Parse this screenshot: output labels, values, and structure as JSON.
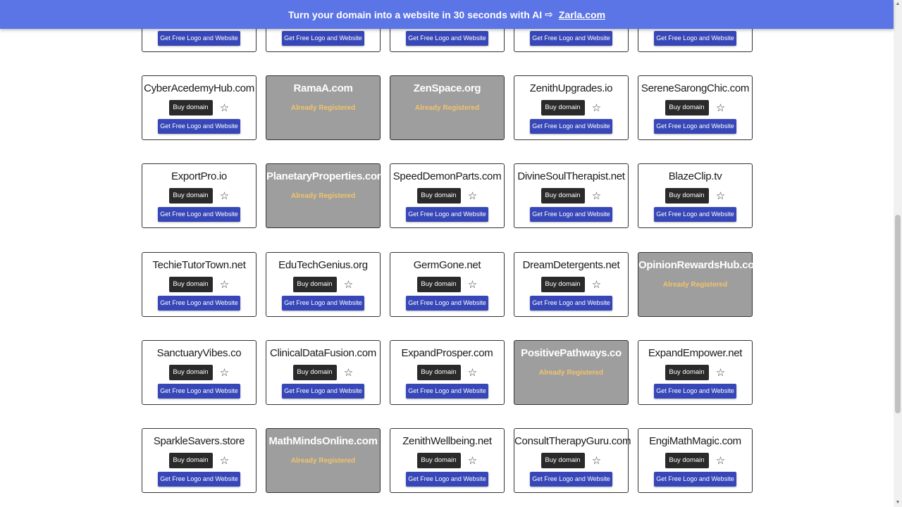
{
  "banner": {
    "text": "Turn your domain into a website in 30 seconds with AI",
    "arrow": "⇨",
    "link_label": "Zarla.com"
  },
  "labels": {
    "buy": "Buy domain",
    "logo": "Get Free Logo and Website",
    "registered": "Already Registered"
  },
  "colors": {
    "banner": "#5b74e6",
    "logo_button": "#3747b8",
    "buy_button": "#2a2a2a",
    "registered_card": "#9e9e9e",
    "registered_text": "#f2c46a"
  },
  "rows": [
    [
      {
        "name": "",
        "registered": false,
        "partial": true
      },
      {
        "name": "",
        "registered": false,
        "partial": true
      },
      {
        "name": "",
        "registered": false,
        "partial": true
      },
      {
        "name": "",
        "registered": false,
        "partial": true
      },
      {
        "name": "",
        "registered": false,
        "partial": true
      }
    ],
    [
      {
        "name": "CyberAcedemyHub.com",
        "registered": false
      },
      {
        "name": "RamaA.com",
        "registered": true
      },
      {
        "name": "ZenSpace.org",
        "registered": true
      },
      {
        "name": "ZenithUpgrades.io",
        "registered": false
      },
      {
        "name": "SereneSarongChic.com",
        "registered": false
      }
    ],
    [
      {
        "name": "ExportPro.io",
        "registered": false
      },
      {
        "name": "PlanetaryProperties.com",
        "registered": true
      },
      {
        "name": "SpeedDemonParts.com",
        "registered": false
      },
      {
        "name": "DivineSoulTherapist.net",
        "registered": false
      },
      {
        "name": "BlazeClip.tv",
        "registered": false
      }
    ],
    [
      {
        "name": "TechieTutorTown.net",
        "registered": false
      },
      {
        "name": "EduTechGenius.org",
        "registered": false
      },
      {
        "name": "GermGone.net",
        "registered": false
      },
      {
        "name": "DreamDetergents.net",
        "registered": false
      },
      {
        "name": "OpinionRewardsHub.com",
        "registered": true
      }
    ],
    [
      {
        "name": "SanctuaryVibes.co",
        "registered": false
      },
      {
        "name": "ClinicalDataFusion.com",
        "registered": false
      },
      {
        "name": "ExpandProsper.com",
        "registered": false
      },
      {
        "name": "PositivePathways.co",
        "registered": true
      },
      {
        "name": "ExpandEmpower.net",
        "registered": false
      }
    ],
    [
      {
        "name": "SparkleSavers.store",
        "registered": false
      },
      {
        "name": "MathMindsOnline.com",
        "registered": true
      },
      {
        "name": "ZenithWellbeing.net",
        "registered": false
      },
      {
        "name": "ConsultTherapyGuru.com",
        "registered": false
      },
      {
        "name": "EngiMathMagic.com",
        "registered": false
      }
    ]
  ]
}
